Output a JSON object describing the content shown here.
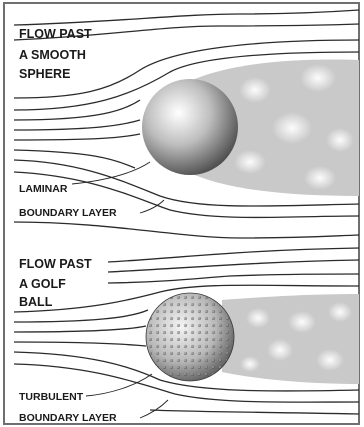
{
  "panels": [
    {
      "title_lines": [
        "FLOW PAST",
        "A SMOOTH",
        "SPHERE"
      ],
      "callout_lines": [
        "LAMINAR",
        "BOUNDARY LAYER"
      ]
    },
    {
      "title_lines": [
        "FLOW PAST",
        "A GOLF",
        "BALL"
      ],
      "callout_lines": [
        "TURBULENT",
        "BOUNDARY LAYER"
      ]
    }
  ],
  "colors": {
    "wake": "#c9c9c9",
    "sphere": "#8a8a8a",
    "lines": "#2b2b2b",
    "frame": "#6f6f6f"
  }
}
